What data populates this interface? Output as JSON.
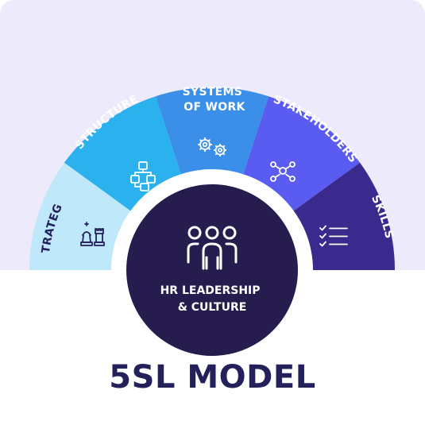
{
  "segments": [
    {
      "label": "STRATEGY",
      "icon": "chess-pieces-icon",
      "color": "#bfe9fb",
      "text_color": "#24205a"
    },
    {
      "label": "STRUCTURE",
      "icon": "org-chart-icon",
      "color": "#2bb2ee",
      "text_color": "#ffffff"
    },
    {
      "label_lines": [
        "SYSTEMS",
        "OF WORK"
      ],
      "icon": "gears-icon",
      "color": "#3b8fe9",
      "text_color": "#ffffff"
    },
    {
      "label": "STAKEHOLDERS",
      "icon": "network-icon",
      "color": "#5a5bf1",
      "text_color": "#ffffff"
    },
    {
      "label": "SKILLS",
      "icon": "checklist-icon",
      "color": "#3b2a8e",
      "text_color": "#ffffff"
    }
  ],
  "center": {
    "label_lines": [
      "HR LEADERSHIP",
      "& CULTURE"
    ],
    "icon": "team-people-icon",
    "color": "#261d4e"
  },
  "title": "5SL MODEL",
  "colors": {
    "background_top": "#eceafb",
    "title": "#24205a"
  }
}
